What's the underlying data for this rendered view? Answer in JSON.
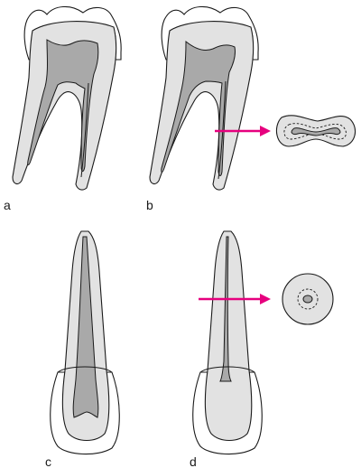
{
  "panels": {
    "a": {
      "label": "a"
    },
    "b": {
      "label": "b"
    },
    "c": {
      "label": "c"
    },
    "d": {
      "label": "d"
    }
  },
  "colors": {
    "outline": "#1a1a1a",
    "enamel": "#ffffff",
    "dentin": "#e2e2e2",
    "pulp": "#a9a9a9",
    "arrow": "#e6007e"
  }
}
